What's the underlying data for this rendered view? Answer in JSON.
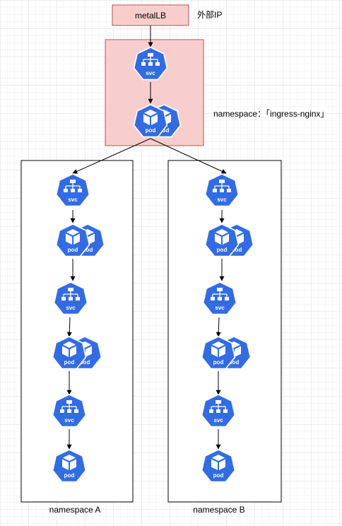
{
  "colors": {
    "k8s_blue": "#326CE5",
    "metallb_fill": "#F8CECC",
    "metallb_stroke": "#B85450",
    "ingress_fill": "#F8CECC",
    "ingress_stroke": "#B85450",
    "line": "#000000"
  },
  "metallb": {
    "label": "metalLB"
  },
  "external_ip_label": "外部IP",
  "ingress_namespace_label": "namespace：「ingress-nginx」",
  "namespace_a_label": "namespace A",
  "namespace_b_label": "namespace B",
  "icons": {
    "svc_label": "svc",
    "pod_label": "pod",
    "svc_icon": "k8s-svc-icon",
    "pod_icon": "k8s-pod-icon"
  }
}
